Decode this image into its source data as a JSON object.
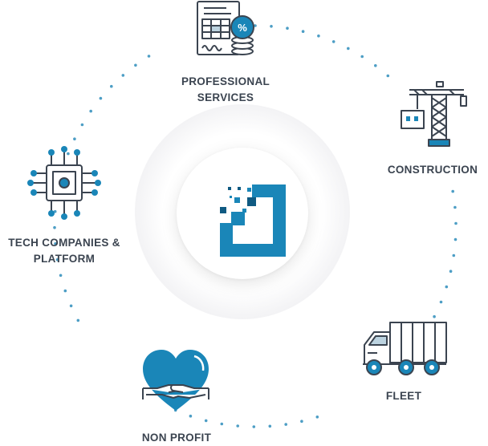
{
  "colors": {
    "accent": "#1a86b8",
    "dark": "#0f5a82",
    "line": "#3b4450",
    "dot": "#4d9ec5"
  },
  "center": {
    "logo": "logo-icon"
  },
  "segments": [
    {
      "id": "professional-services",
      "label": "PROFESSIONAL\nSERVICES",
      "icon": "document-coins-icon"
    },
    {
      "id": "construction",
      "label": "CONSTRUCTION",
      "icon": "crane-icon"
    },
    {
      "id": "fleet",
      "label": "FLEET",
      "icon": "truck-icon"
    },
    {
      "id": "non-profit",
      "label": "NON PROFIT",
      "icon": "heart-hands-icon"
    },
    {
      "id": "tech-companies",
      "label": "TECH COMPANIES &\nPLATFORM",
      "icon": "chip-icon"
    }
  ]
}
